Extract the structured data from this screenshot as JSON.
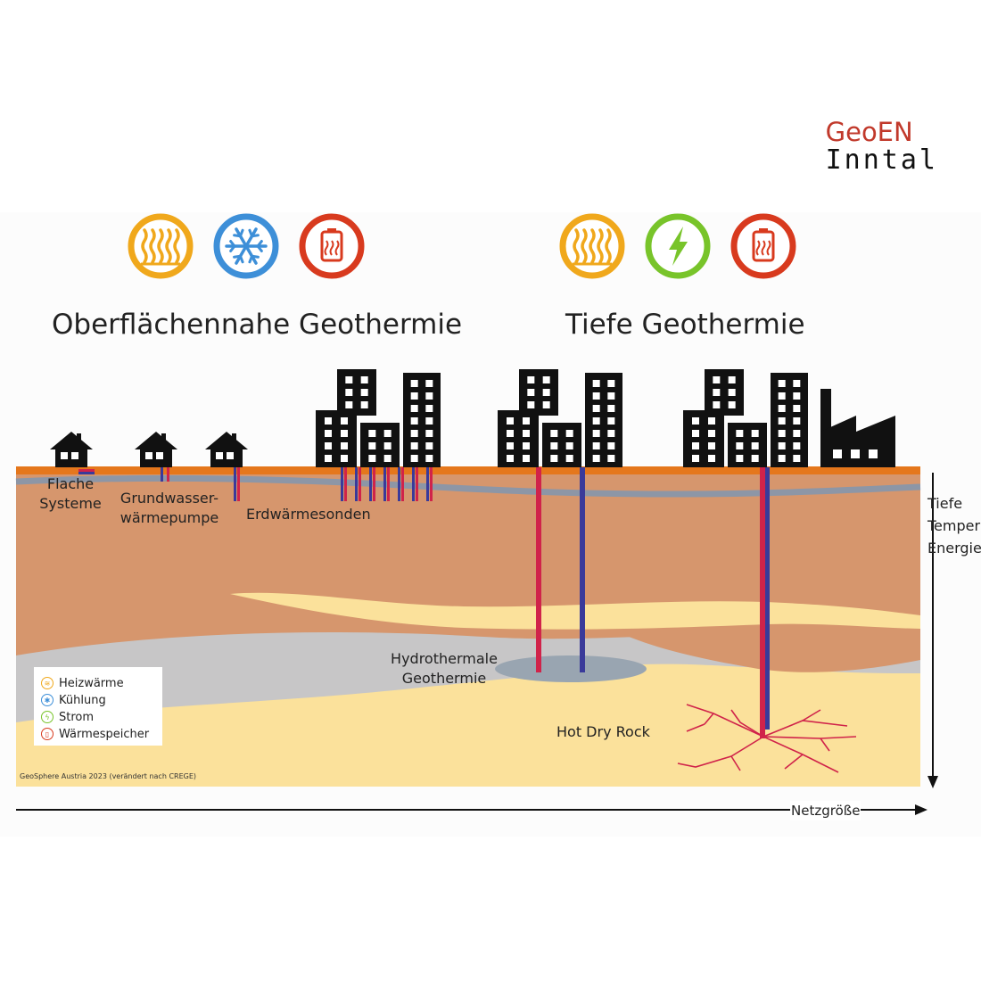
{
  "logo": {
    "line1": "GeoEN",
    "line2": "Inntal"
  },
  "titles": {
    "shallow": "Oberflächennahe Geothermie",
    "deep": "Tiefe Geothermie"
  },
  "icons": {
    "shallow": [
      "heating-icon",
      "snowflake-icon",
      "battery-icon"
    ],
    "deep": [
      "heating-icon",
      "lightning-icon",
      "battery-icon"
    ]
  },
  "labels": {
    "flache_1": "Flache",
    "flache_2": "Systeme",
    "grund_1": "Grundwasser-",
    "grund_2": "wärmepumpe",
    "erd": "Erdwärmesonden",
    "hydro_1": "Hydrothermale",
    "hydro_2": "Geothermie",
    "hdr": "Hot Dry Rock"
  },
  "axis": {
    "depth_1": "Tiefe",
    "depth_2": "Temper",
    "depth_3": "Energie",
    "network": "Netzgröße"
  },
  "legend": [
    {
      "label": "Heizwärme",
      "color": "#f0a81c",
      "icon": "heating-icon"
    },
    {
      "label": "Kühlung",
      "color": "#3d8fd8",
      "icon": "snowflake-icon"
    },
    {
      "label": "Strom",
      "color": "#78c42a",
      "icon": "lightning-icon"
    },
    {
      "label": "Wärmespeicher",
      "color": "#d83a1e",
      "icon": "battery-icon"
    }
  ],
  "credit": "GeoSphere Austria 2023 (verändert nach CREGE)",
  "colors": {
    "surface": "#e5771c",
    "soil": "#d6966d",
    "sand": "#fbe19b",
    "rock": "#c7c6c7",
    "water": "#8d96a6",
    "pipe_hot": "#d0234a",
    "pipe_cold": "#3a3a9a",
    "heat": "#f0a81c",
    "cool": "#3d8fd8",
    "power": "#78c42a",
    "storage": "#d83a1e"
  }
}
